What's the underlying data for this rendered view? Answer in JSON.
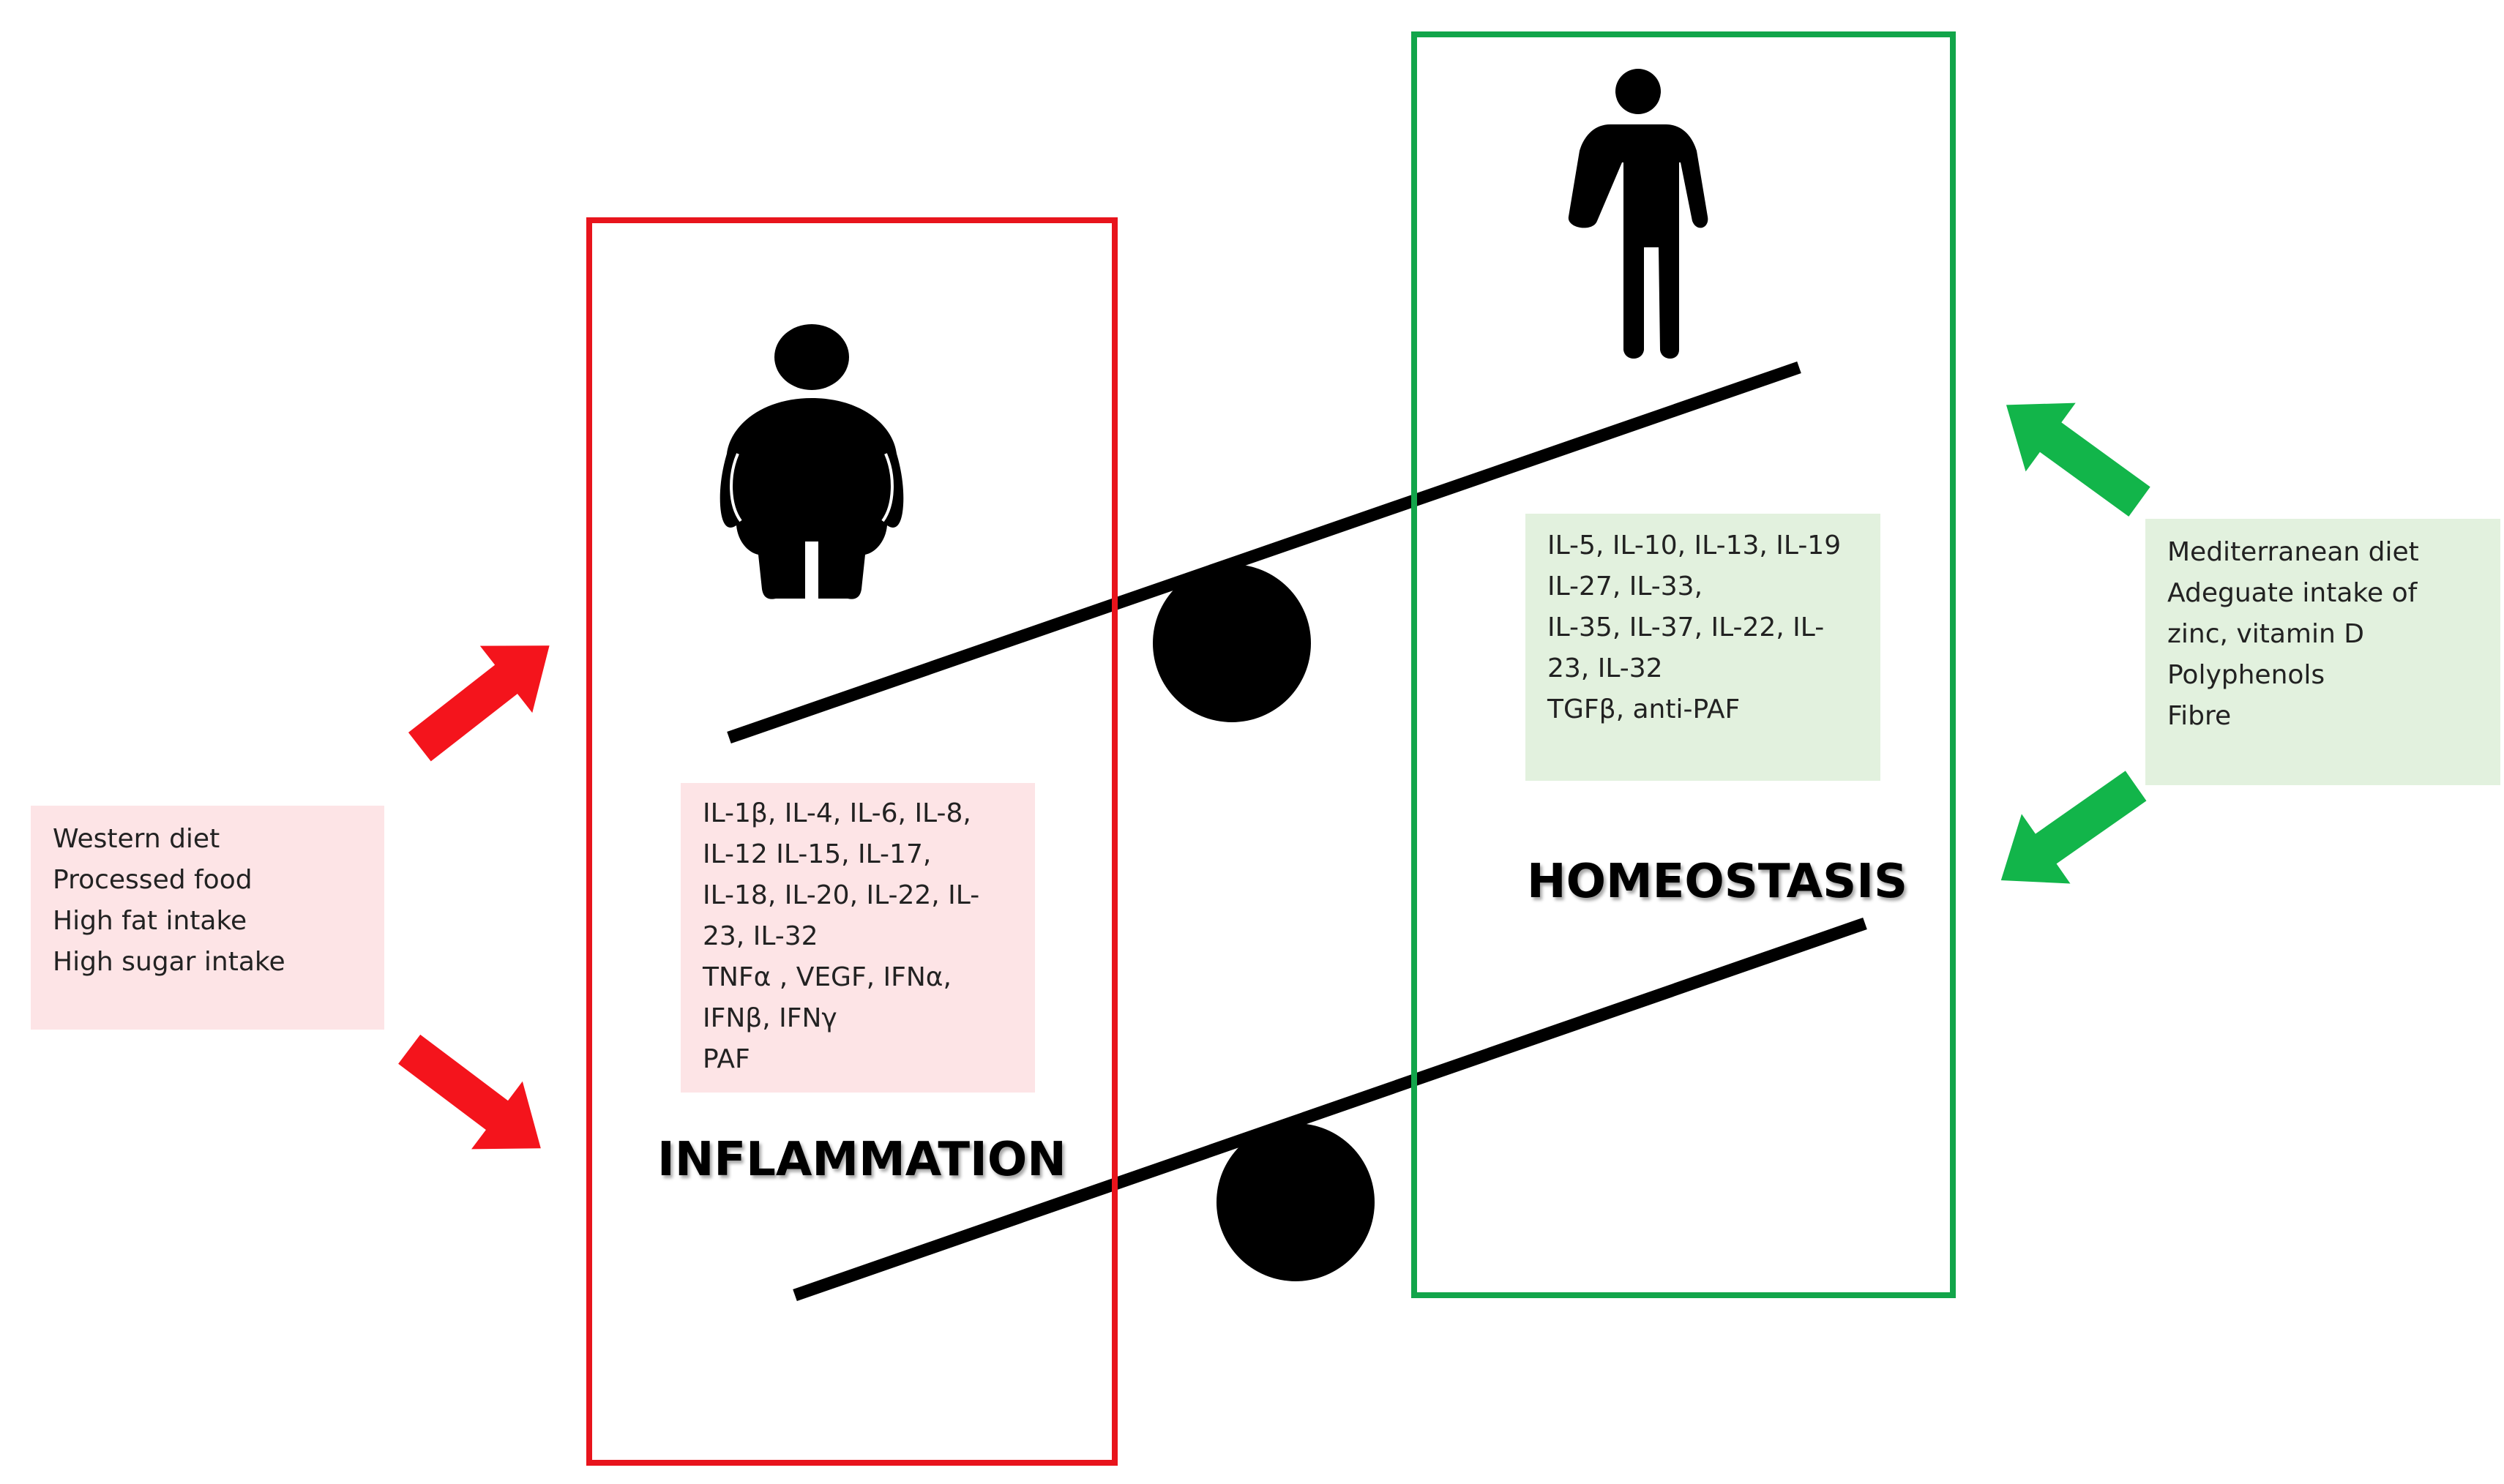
{
  "colors": {
    "inflammation": "#e8141c",
    "homeostasis": "#12a54a",
    "inflammation_fill": "#fde4e6",
    "homeostasis_fill": "#e2f1de",
    "lever": "#000000"
  },
  "icons": {
    "inflammation_person": "obese-person-icon",
    "homeostasis_person": "slim-person-icon"
  },
  "left_factors": {
    "lines": [
      "Western diet",
      "Processed food",
      "High fat intake",
      "High sugar intake"
    ]
  },
  "inflammation": {
    "label": "INFLAMMATION",
    "cytokines": [
      "IL-1β, IL-4, IL-6, IL-8,",
      "IL-12 IL-15, IL-17,",
      "IL-18, IL-20, IL-22, IL-",
      "23, IL-32",
      "TNFα , VEGF, IFNα,",
      "IFNβ, IFNγ",
      "PAF"
    ]
  },
  "homeostasis": {
    "label": "HOMEOSTASIS",
    "cytokines": [
      "IL-5, IL-10, IL-13, IL-19",
      "IL-27, IL-33,",
      "IL-35, IL-37, IL-22, IL-",
      "23, IL-32",
      "TGFβ, anti-PAF"
    ]
  },
  "right_factors": {
    "lines": [
      "Mediterranean diet",
      "Adeguate intake of",
      "zinc, vitamin D",
      "Polyphenols",
      "Fibre"
    ]
  }
}
